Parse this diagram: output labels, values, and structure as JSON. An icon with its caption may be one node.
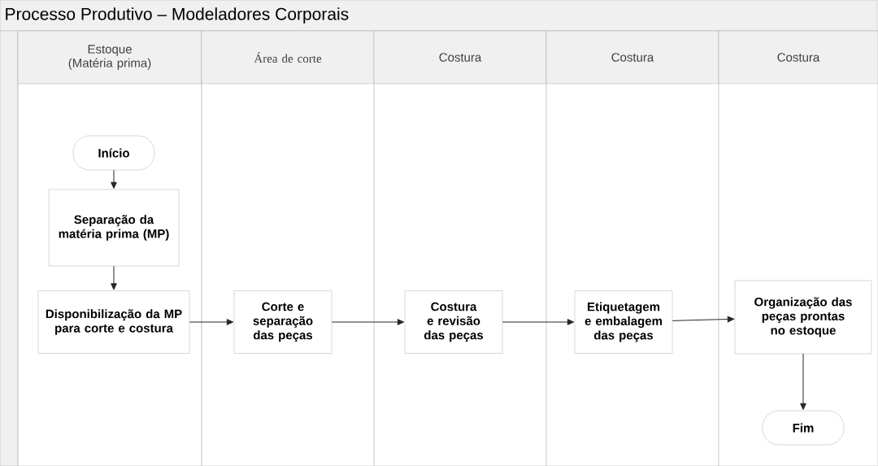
{
  "diagram": {
    "title": "Processo Produtivo – Modeladores Corporais",
    "nodes": [
      {
        "text": [
          "Estoque (Matéria prima)"
        ]
      },
      {
        "text": [
          "Início"
        ],
        "in": 0
      },
      {
        "text": [
          "Separação da matéria prima (MP)"
        ],
        "in": 0
      },
      {
        "text": [
          "Disponibilização da MP para corte e costura"
        ],
        "in": 0
      },
      {
        "text": [
          "Área de corte"
        ]
      },
      {
        "text": [
          "Corte e separação das peças"
        ],
        "in": 4
      },
      {
        "text": [
          "Costura"
        ]
      },
      {
        "text": [
          "Costura e revisão das peças"
        ],
        "in": 6
      },
      {
        "text": [
          "Costura"
        ]
      },
      {
        "text": [
          "Etiquetagem e embalagem das peças"
        ],
        "in": 8
      },
      {
        "text": [
          "Costura"
        ]
      },
      {
        "text": [
          "Organização das peças prontas no estoque"
        ],
        "in": 10
      },
      {
        "text": [
          "Fim"
        ],
        "in": 10
      }
    ],
    "edges": [
      {
        "from": 1,
        "to": 2,
        "arrow": "to"
      },
      {
        "from": 2,
        "to": 3,
        "arrow": "to"
      },
      {
        "from": 3,
        "to": 5,
        "arrow": "to"
      },
      {
        "from": 5,
        "to": 7,
        "arrow": "to"
      },
      {
        "from": 7,
        "to": 9,
        "arrow": "to"
      },
      {
        "from": 9,
        "to": 11,
        "arrow": "to"
      },
      {
        "from": 11,
        "to": 12,
        "arrow": "to"
      }
    ]
  }
}
